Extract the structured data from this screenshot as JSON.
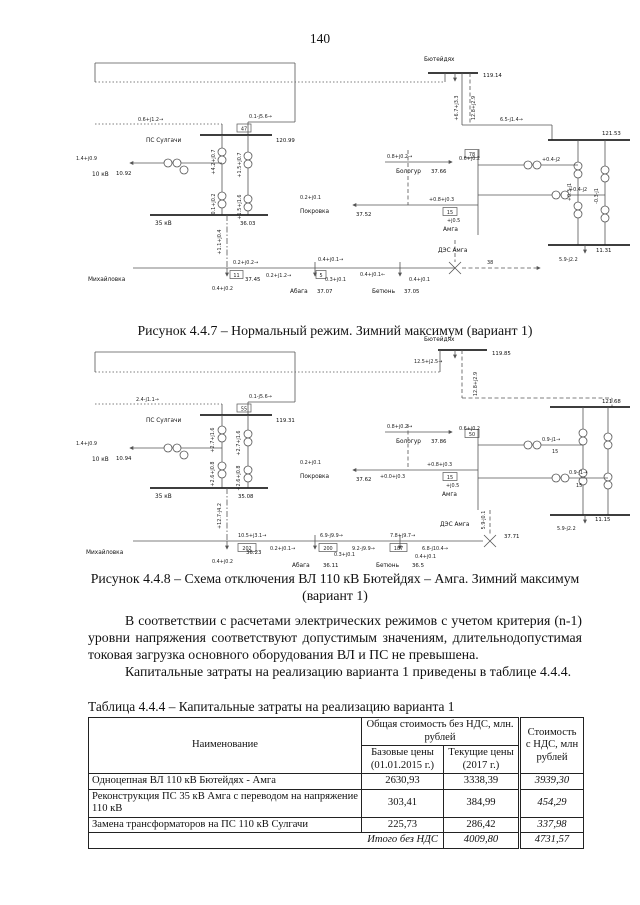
{
  "page": {
    "number": "140"
  },
  "fig1": {
    "caption": "Рисунок 4.4.7 – Нормальный режим. Зимний максимум (вариант 1)",
    "labels": {
      "byuteydyah": "Бютейдях",
      "v_byut": "119.14",
      "f_byut_a": "+6.7+j3.3",
      "f_byut_b": "12.8+j2.9",
      "f_top": "6.5-j1.4→",
      "f_ring": "0.1-j5.6→",
      "n47": "47",
      "f_in": "0.6+j1.2→",
      "ps_sulgachi": "ПС Сулгачи",
      "v_sulg": "120.99",
      "t1": "+4.2+j0.7",
      "t2": "+1.5+j0.7",
      "t3": "0.1+j0.2",
      "t4": "+1.5+j1.6",
      "load10": "1.4+j0.9",
      "kv10": "10 кВ",
      "v10": "10.92",
      "kv35": "35 кВ",
      "v35": "36.03",
      "f_bolo_line": "0.8+j0.2→",
      "bologur": "Бологур",
      "v_bolo": "37.66",
      "f_bolo": "0.6+j0.2",
      "f_pokr": "0.2+j0.1",
      "pokrovka": "Покровка",
      "v_pokr": "37.52",
      "f_amga": "+0.8+j0.3",
      "n15": "15",
      "f_amga2": "+j0.5",
      "amga": "Амга",
      "n78": "78",
      "f_tr1": "+0.4-j2",
      "f_tr2": "+0.4-j2",
      "v_amga": "121.53",
      "f_sub1": "+0.3-j1",
      "f_sub2": "-0.3-j1",
      "gen": "5.9-j2.2",
      "v_gen": "11.31",
      "mikhaylovka": "Михайловка",
      "f_mikh": "0.4+j0.2",
      "v_mikh": "37.45",
      "f_v35": "+1.1+j0.4",
      "f_feed1": "0.2+j0.2→",
      "n11": "11",
      "f_feed2": "0.2+j1.2→",
      "f_abaga_line": "0.4+j0.1→",
      "n5": "5",
      "f_abaga": "0.3+j0.1",
      "abaga": "Абага",
      "v_abaga": "37.07",
      "f_betyun_line": "0.4+j0.1←",
      "f_betyun": "0.4+j0.1",
      "betyun": "Бетюнь",
      "v_betyun": "37.05",
      "des_amga": "ДЭС Амга",
      "n38": "38"
    }
  },
  "fig2": {
    "caption": "Рисунок 4.4.8 – Схема отключения ВЛ 110 кВ Бютейдях – Амга. Зимний максимум (вариант 1)",
    "labels": {
      "byuteydyah": "Бютейдях",
      "v_byut": "119.85",
      "f_byut_a": "12.5+j2.5→",
      "f_byut_b": "12.8+j2.9",
      "f_ring": "0.1-j5.6→",
      "n55": "55",
      "f_in": "2.4-j1.1→",
      "ps_sulgachi": "ПС Сулгачи",
      "v_sulg": "119.31",
      "t1": "+2.7+j1.6",
      "t2": "+2.7+j1.6",
      "t3": "+2.6+j0.8",
      "t4": "+2.6+j0.8",
      "load10": "1.4+j0.9",
      "kv10": "10 кВ",
      "v10": "10.94",
      "kv35": "35 кВ",
      "v35": "35.08",
      "f_bolo_line": "0.8+j0.2→",
      "bologur": "Бологур",
      "v_bolo": "37.86",
      "f_bolo": "0.6+j0.2",
      "f_pokr": "0.2+j0.1",
      "pokrovka": "Покровка",
      "v_pokr": "37.62",
      "f_pokr2": "+0.0+j0.3",
      "f_amga": "+0.8+j0.3",
      "n15": "15",
      "f_amga2": "+j0.5",
      "amga": "Амга",
      "n50": "50",
      "f_tr1": "0.9-j1→",
      "n15b": "15",
      "f_tr2": "0.9-j1→",
      "n15c": "15",
      "v_amga": "121.68",
      "gen": "5.9-j2.2",
      "v_gen": "11.15",
      "mikhaylovka": "Михайловка",
      "f_mikh": "0.4+j0.2",
      "v_mikh": "36.23",
      "f_v35": "+12.7-j4.2",
      "f_feed1": "10.5+j3.1→",
      "n202": "202",
      "f_feed2": "0.2+j0.1→",
      "f_feed3": "6.9-j9.9→",
      "n200": "200",
      "f_feed4": "9.2-j9.9→",
      "f_abaga": "0.3+j0.1",
      "abaga": "Абага",
      "v_abaga": "36.11",
      "f_feed5": "7.8+j9.7→",
      "n187": "187",
      "f_feed6": "6.8-j10.4→",
      "f_betyun": "0.4+j0.1",
      "betyun": "Бетюнь",
      "v_betyun": "36.5",
      "des_amga": "ДЭС Амга",
      "v_des": "37.71",
      "f_des": "5.9-j0.1"
    }
  },
  "paragraphs": [
    "В соответствии с расчетами электрических режимов с учетом критерия (n-1) уровни напряжения соответствуют допустимым значениям, длительнодопустимая токовая загрузка основного оборудования ВЛ и ПС не превышена.",
    "Капитальные затраты на реализацию варианта 1 приведены в таблице 4.4.4."
  ],
  "table": {
    "caption": "Таблица 4.4.4 – Капитальные затраты на реализацию варианта 1",
    "headers": {
      "name": "Наименование",
      "group": "Общая стоимость без НДС, млн. рублей",
      "base": "Базовые цены (01.01.2015 г.)",
      "current": "Текущие цены (2017 г.)",
      "vat": "Стоимость с НДС, млн рублей"
    },
    "rows": [
      {
        "name": "Одноцепная ВЛ 110 кВ Бютейдях - Амга",
        "base": "2630,93",
        "current": "3338,39",
        "vat": "3939,30"
      },
      {
        "name": "Реконструкция ПС 35 кВ Амга с переводом на напряжение 110 кВ",
        "base": "303,41",
        "current": "384,99",
        "vat": "454,29"
      },
      {
        "name": "Замена трансформаторов на ПС 110 кВ Сулгачи",
        "base": "225,73",
        "current": "286,42",
        "vat": "337,98"
      }
    ],
    "total": {
      "label": "Итого без НДС",
      "current": "4009,80",
      "vat": "4731,57"
    }
  }
}
